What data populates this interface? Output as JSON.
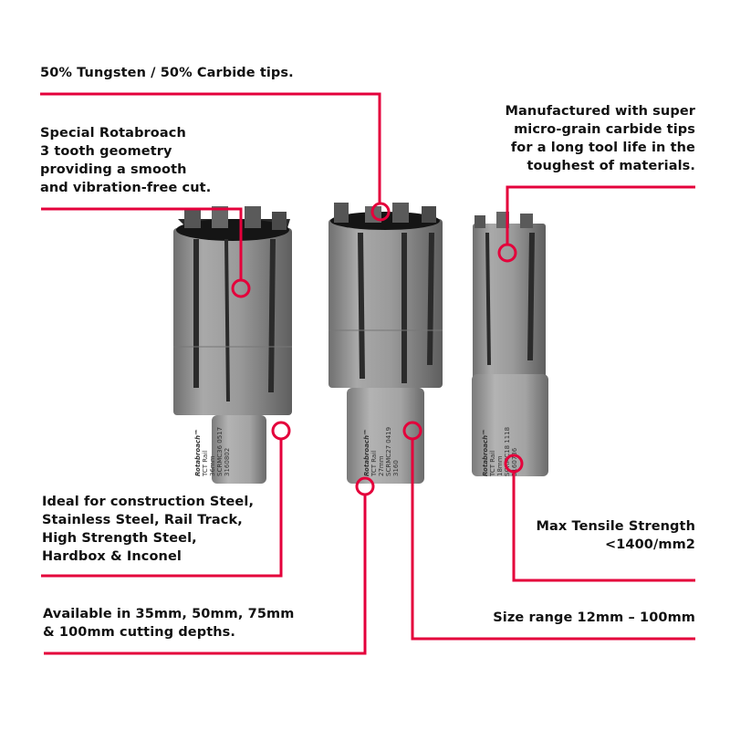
{
  "accent_color": "#e4003b",
  "callouts": [
    {
      "id": "tungsten",
      "text": "50% Tungsten / 50% Carbide tips.",
      "align": "left"
    },
    {
      "id": "geometry",
      "text": "Special Rotabroach\n3 tooth  geometry\nproviding a smooth\nand vibration-free cut.",
      "align": "left"
    },
    {
      "id": "micrograin",
      "text": "Manufactured with super\nmicro-grain carbide tips\nfor a long tool life in the\ntoughest of materials.",
      "align": "right"
    },
    {
      "id": "materials",
      "text": "Ideal for construction Steel,\nStainless Steel, Rail Track,\nHigh Strength Steel,\nHardbox & Inconel",
      "align": "left"
    },
    {
      "id": "tensile",
      "text": "Max Tensile Strength\n<1400/mm2",
      "align": "right"
    },
    {
      "id": "depths",
      "text": "Available in 35mm, 50mm, 75mm\n& 100mm cutting depths.",
      "align": "left"
    },
    {
      "id": "size",
      "text": "Size range 12mm – 100mm",
      "align": "right"
    }
  ],
  "products": [
    {
      "name": "cutter-large",
      "brand": "Rotabroach™",
      "line1": "TCT Rail",
      "line2": "36mm",
      "line3": "SCRMC36 0517",
      "line4": "3160802"
    },
    {
      "name": "cutter-medium",
      "brand": "Rotabroach™",
      "line1": "TCT Rail",
      "line2": "27mm",
      "line3": "SCRMC27 0419",
      "line4": "3160"
    },
    {
      "name": "cutter-small",
      "brand": "Rotabroach™",
      "line1": "TCT Rail",
      "line2": "18mm",
      "line3": "SCRMC18 1118",
      "line4": "3160736"
    }
  ]
}
